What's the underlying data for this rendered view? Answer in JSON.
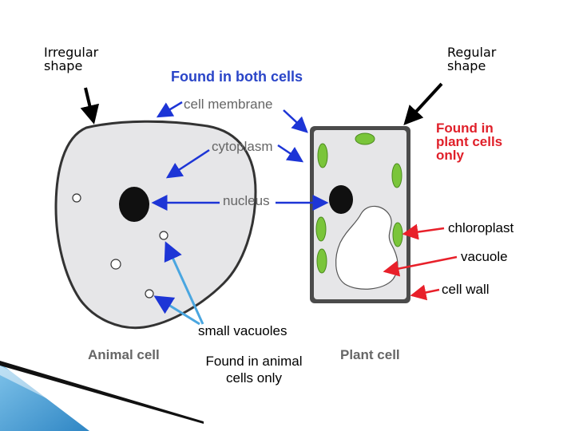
{
  "labels": {
    "irregular_shape": "Irregular\nshape",
    "regular_shape": "Regular\nshape",
    "found_in_both": "Found in both cells",
    "cell_membrane": "cell membrane",
    "cytoplasm": "cytoplasm",
    "nucleus": "nucleus",
    "found_in_plant": "Found in\nplant cells\nonly",
    "chloroplast": "chloroplast",
    "vacuole": "vacuole",
    "cell_wall": "cell wall",
    "small_vacuoles": "small vacuoles",
    "found_in_animal": "Found in animal\ncells only",
    "animal_cell": "Animal cell",
    "plant_cell": "Plant cell"
  },
  "colors": {
    "blue_label": "#2a45c8",
    "blue_arrow": "#1d35d6",
    "red_label": "#e0202a",
    "red_arrow": "#e8202a",
    "gray_label": "#666666",
    "cell_fill": "#e6e6e8",
    "cell_outline": "#333333",
    "chloroplast": "#7ac53a",
    "nucleus": "#101010",
    "small_vacuole_arrow": "#4aa6e0"
  }
}
